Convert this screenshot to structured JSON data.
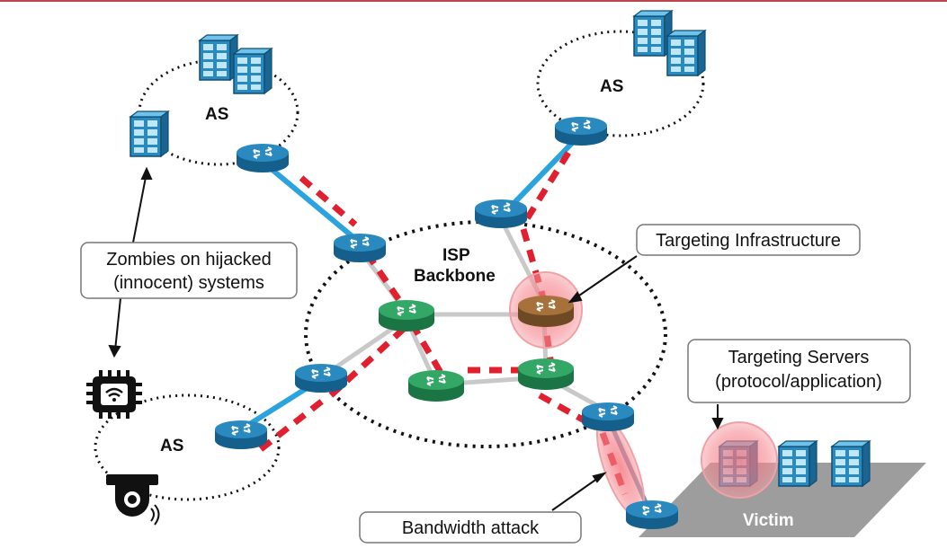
{
  "labels": {
    "as_top_left": "AS",
    "as_top_right": "AS",
    "as_bottom_left": "AS",
    "isp_line1": "ISP",
    "isp_line2": "Backbone",
    "victim": "Victim"
  },
  "callouts": {
    "zombies_line1": "Zombies on hijacked",
    "zombies_line2": "(innocent) systems",
    "targeting_infrastructure": "Targeting Infrastructure",
    "targeting_servers_line1": "Targeting Servers",
    "targeting_servers_line2": "(protocol/application)",
    "bandwidth_attack": "Bandwidth attack"
  },
  "icons": {
    "router": "router-icon",
    "core_router": "green-router-icon",
    "server": "server-rack-icon",
    "iot_chip": "wifi-chip-icon",
    "camera": "security-camera-icon",
    "highlight": "red-glow-highlight"
  },
  "colors": {
    "top_rule": "#b8464c",
    "router_blue": "#1f7fb0",
    "router_green": "#2a9e5e",
    "link_blue": "#2aa3df",
    "link_gray": "#c9c9c9",
    "attack_red": "#e0202e",
    "highlight_red": "#f19a9f",
    "victim_platform": "#9d9d9d"
  }
}
